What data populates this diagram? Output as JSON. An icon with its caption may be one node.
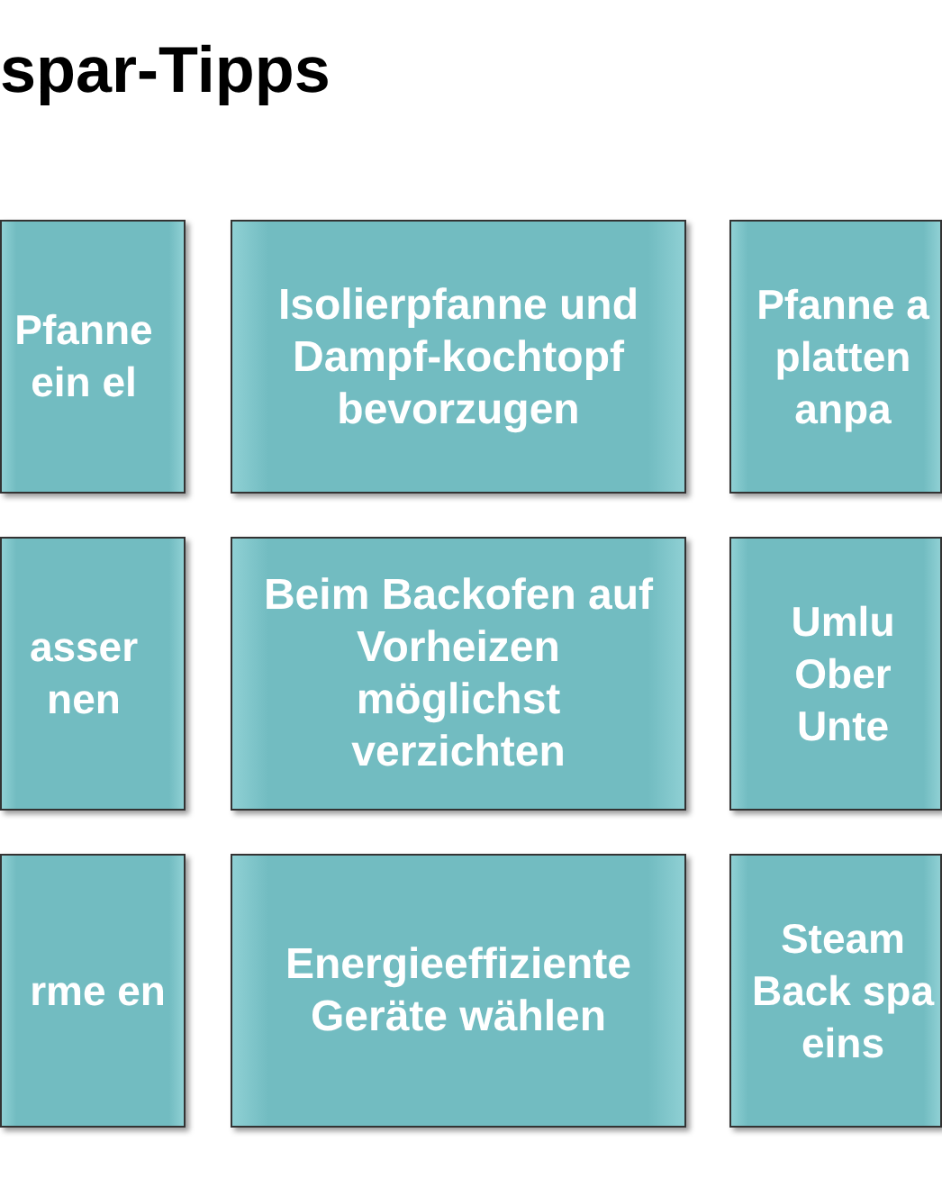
{
  "diagram": {
    "title": "spar-Tipps",
    "nodes": [
      {
        "text": [
          "Pfanne ein el"
        ]
      },
      {
        "text": [
          "Isolierpfanne und Dampf-kochtopf bevorzugen"
        ]
      },
      {
        "text": [
          "Pfanne a platten anpa"
        ]
      },
      {
        "text": [
          "asser nen"
        ]
      },
      {
        "text": [
          "Beim Backofen auf Vorheizen möglichst verzichten"
        ]
      },
      {
        "text": [
          "Umlu Ober Unte"
        ]
      },
      {
        "text": [
          "rme en"
        ]
      },
      {
        "text": [
          "Energieeffiziente Geräte wählen"
        ]
      },
      {
        "text": [
          "Steam Back spa eins"
        ]
      }
    ]
  }
}
